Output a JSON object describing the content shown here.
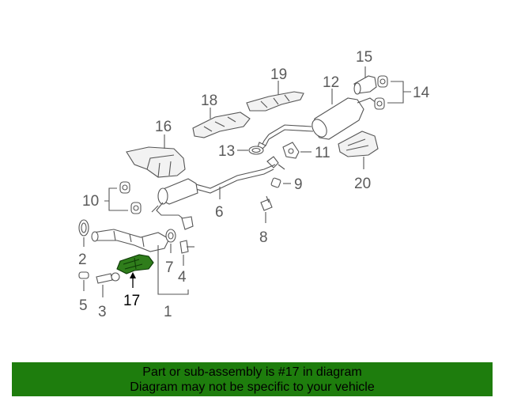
{
  "diagram": {
    "callouts": [
      "1",
      "2",
      "3",
      "4",
      "5",
      "6",
      "7",
      "8",
      "9",
      "10",
      "11",
      "12",
      "13",
      "14",
      "15",
      "16",
      "17",
      "18",
      "19",
      "20"
    ],
    "highlighted_part": "17"
  },
  "banner": {
    "line1": "Part or sub-assembly is #17 in diagram",
    "line2": "Diagram may not be specific to your vehicle",
    "color": "#1e7d0d"
  }
}
